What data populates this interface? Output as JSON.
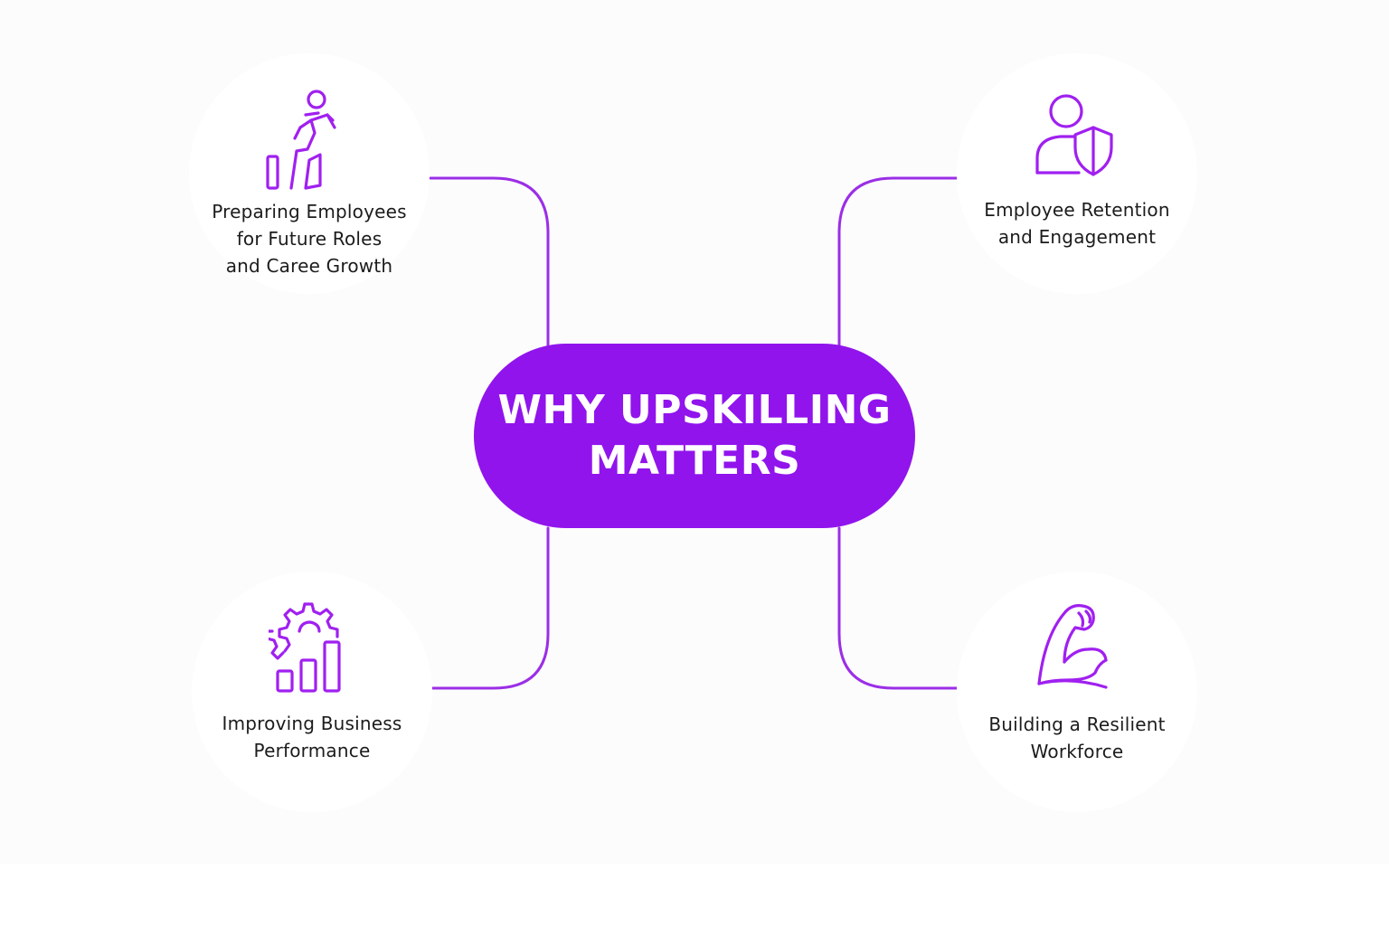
{
  "center": {
    "title_line1": "WHY UPSKILLING",
    "title_line2": "MATTERS"
  },
  "colors": {
    "accent": "#9114ec",
    "icon_stroke": "#a020f0",
    "line": "#9b2ee6",
    "background": "#fcfcfd",
    "text": "#1c1c1c"
  },
  "nodes": [
    {
      "id": "top-left",
      "icon": "climbing-person-icon",
      "lines": [
        "Preparing Employees",
        "for Future Roles",
        "and Caree Growth"
      ]
    },
    {
      "id": "top-right",
      "icon": "person-shield-icon",
      "lines": [
        "Employee Retention",
        "and Engagement"
      ]
    },
    {
      "id": "bottom-left",
      "icon": "gear-bar-chart-icon",
      "lines": [
        "Improving Business",
        "Performance"
      ]
    },
    {
      "id": "bottom-right",
      "icon": "flexed-arm-icon",
      "lines": [
        "Building a Resilient",
        "Workforce"
      ]
    }
  ]
}
